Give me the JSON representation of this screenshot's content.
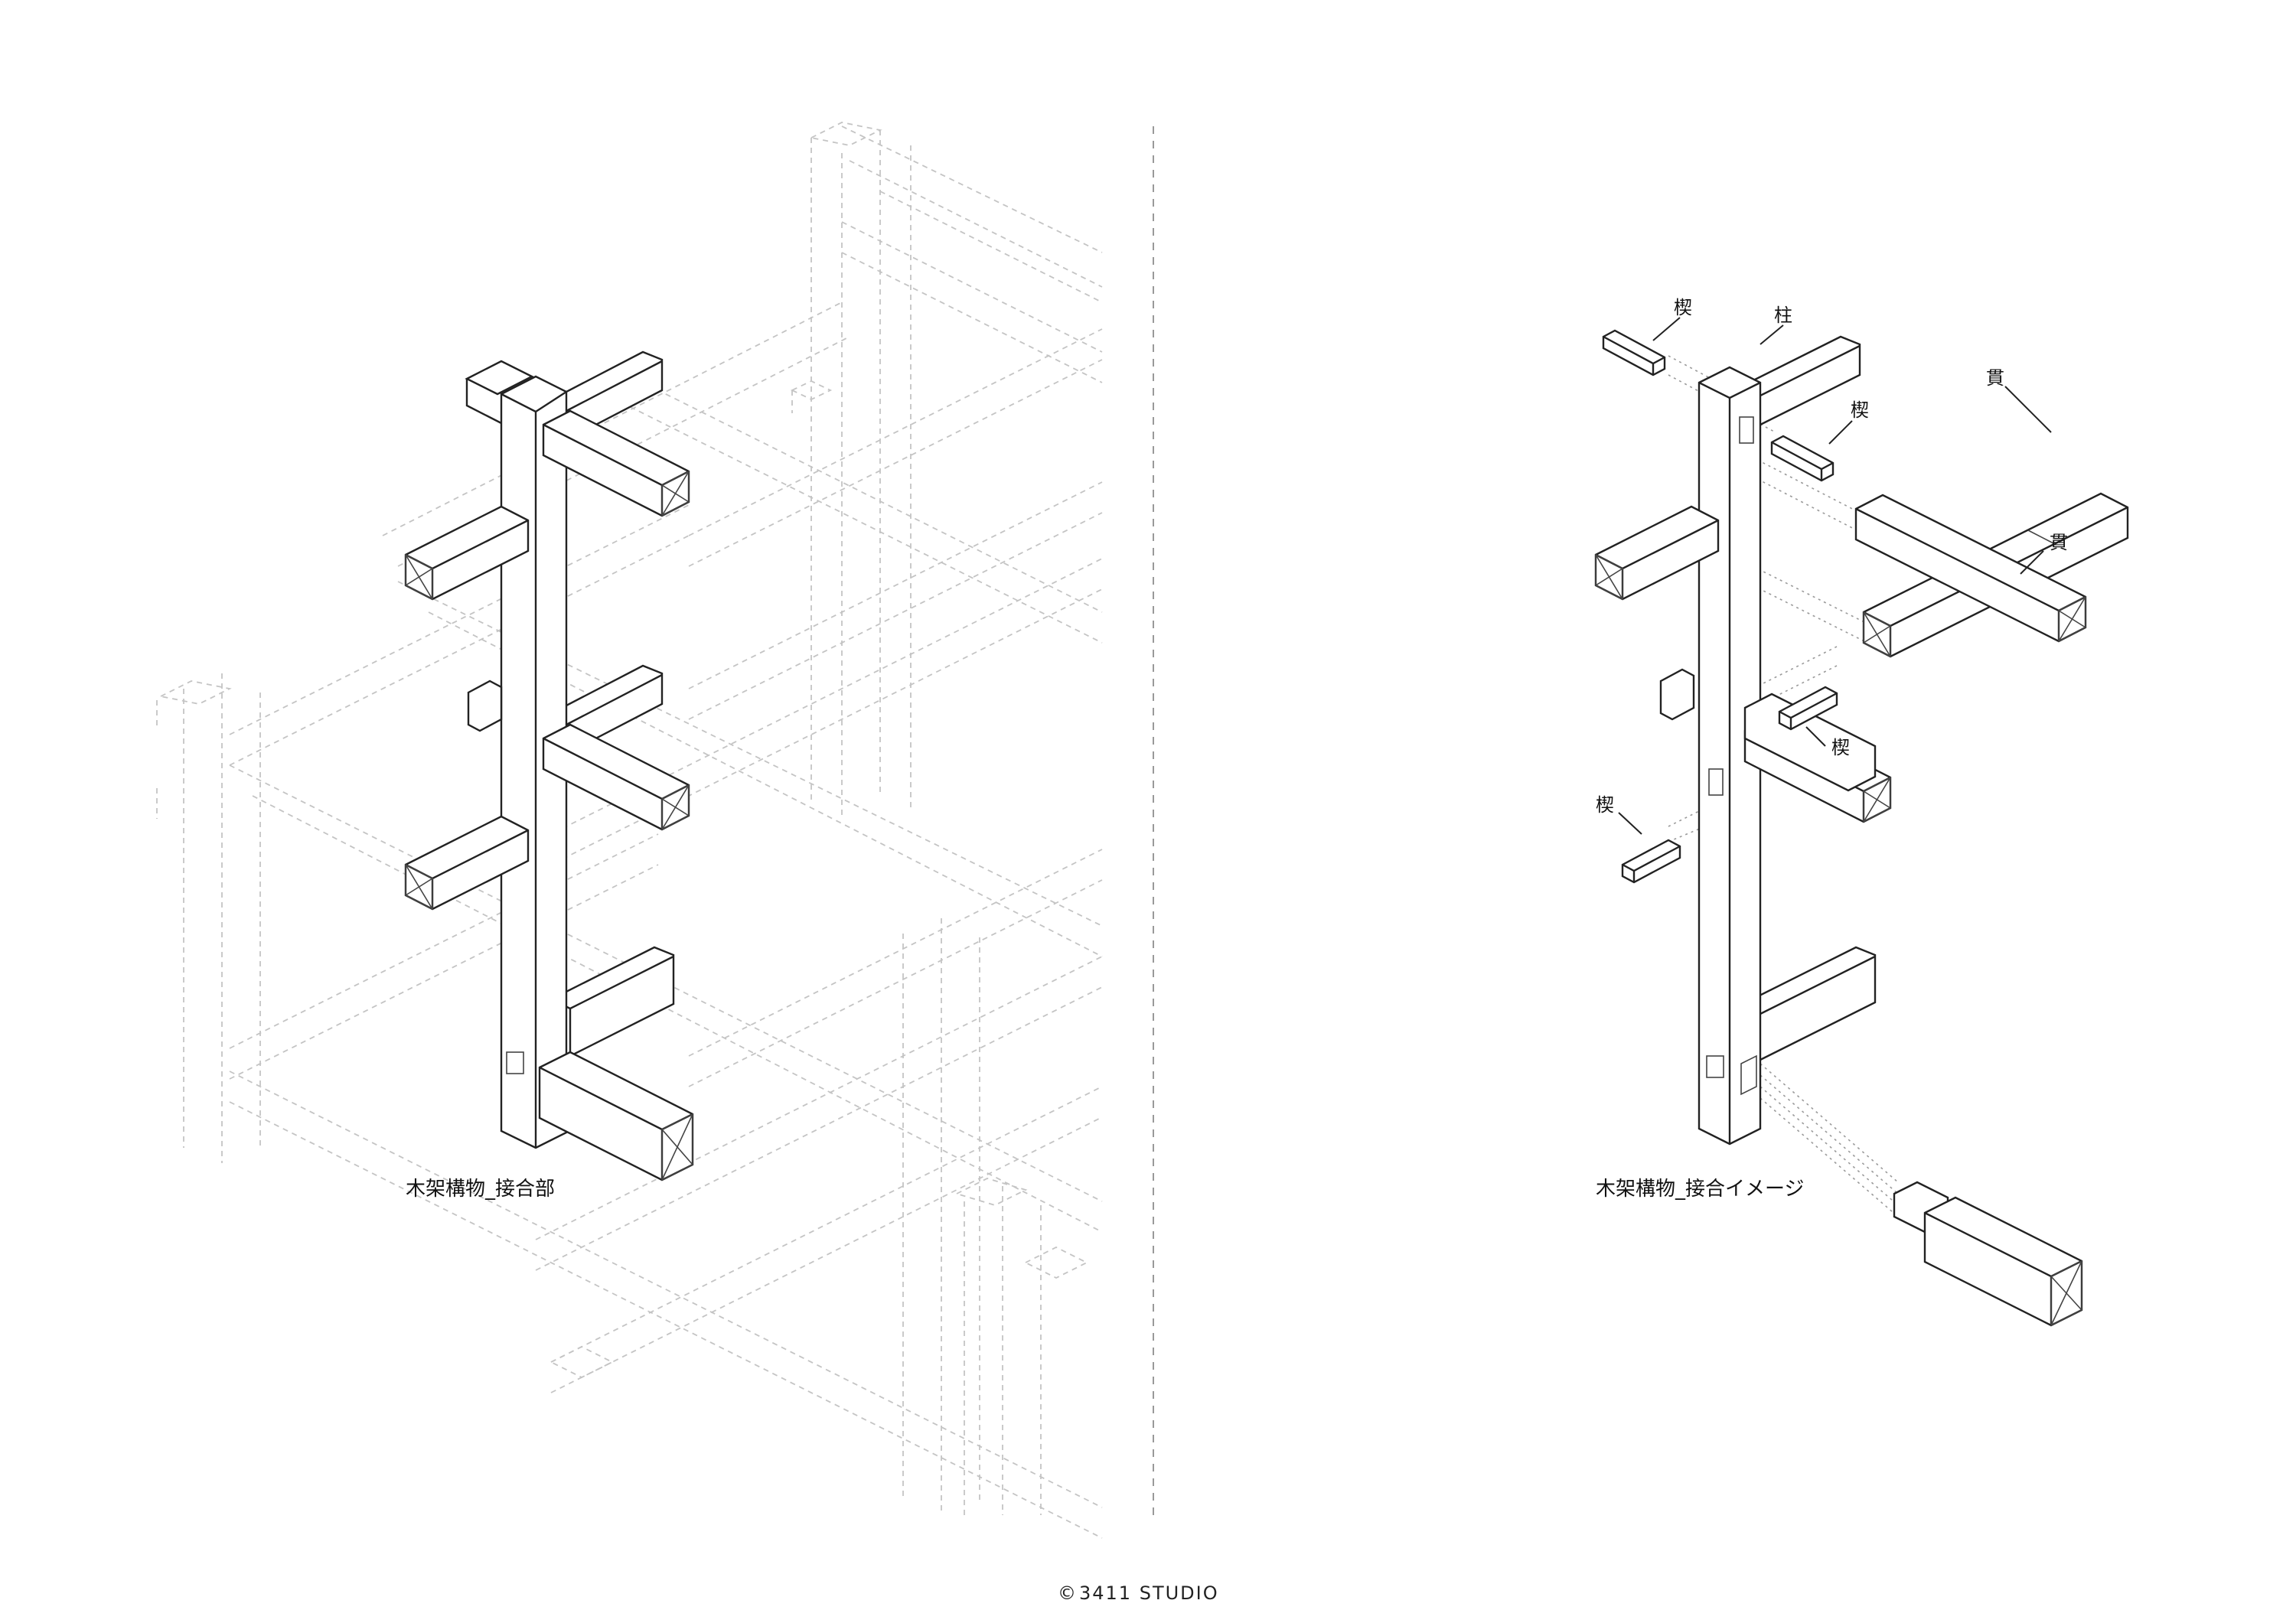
{
  "left_caption": "木架構物_接合部",
  "right_caption": "木架構物_接合イメージ",
  "labels": {
    "wedge": "楔",
    "pillar": "柱",
    "beam": "貫"
  },
  "credit": "3411 STUDIO",
  "copyright_symbol": "©"
}
